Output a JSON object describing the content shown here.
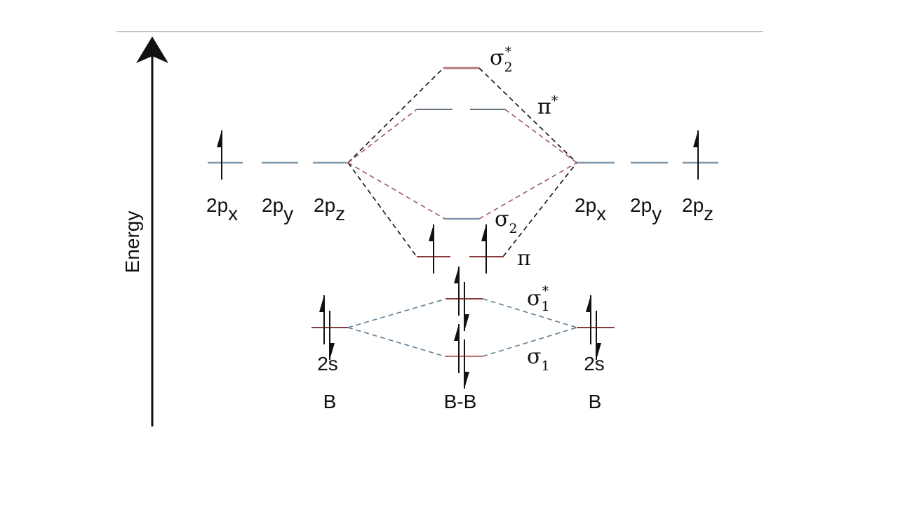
{
  "axis": {
    "label": "Energy"
  },
  "atom_left": {
    "name": "B",
    "orbital_2s": "2s",
    "p_orbitals": [
      {
        "main": "2p",
        "sub": "x"
      },
      {
        "main": "2p",
        "sub": "y"
      },
      {
        "main": "2p",
        "sub": "z"
      }
    ]
  },
  "atom_right": {
    "name": "B",
    "orbital_2s": "2s",
    "p_orbitals": [
      {
        "main": "2p",
        "sub": "x"
      },
      {
        "main": "2p",
        "sub": "y"
      },
      {
        "main": "2p",
        "sub": "z"
      }
    ]
  },
  "molecule": {
    "name": "B-B"
  },
  "mo_labels": {
    "sigma2_star": {
      "symbol": "σ",
      "sub": "2",
      "sup": "*"
    },
    "pi_star": {
      "symbol": "π",
      "sup": "*"
    },
    "sigma2": {
      "symbol": "σ",
      "sub": "2"
    },
    "pi": {
      "symbol": "π"
    },
    "sigma1_star": {
      "symbol": "σ",
      "sub": "1",
      "sup": "*"
    },
    "sigma1": {
      "symbol": "σ",
      "sub": "1"
    }
  },
  "colors": {
    "level_blue": "#7f95a8",
    "level_red": "#8a3a3a",
    "sigma2_star": "#b07a7a",
    "dash_black": "#111111",
    "dash_red": "#a05a5a",
    "dash_blue": "#5f7f95"
  }
}
